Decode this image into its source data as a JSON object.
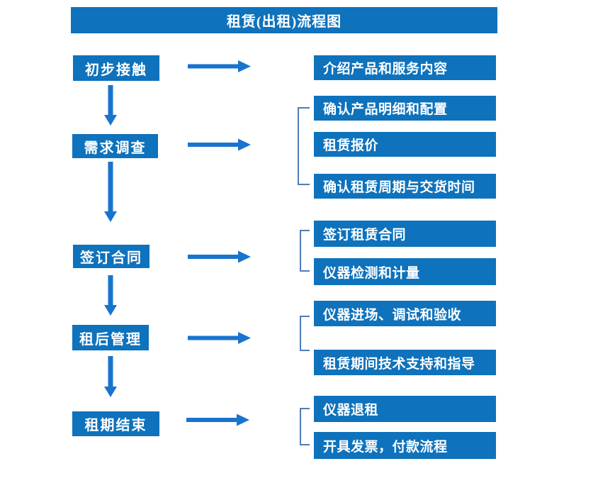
{
  "flow": {
    "title": "租赁(出租)流程图",
    "stages": [
      {
        "label": "初步接触",
        "details": [
          "介绍产品和服务内容"
        ]
      },
      {
        "label": "需求调查",
        "details": [
          "确认产品明细和配置",
          "租赁报价",
          "确认租赁周期与交货时间"
        ]
      },
      {
        "label": "签订合同",
        "details": [
          "签订租赁合同",
          "仪器检测和计量"
        ]
      },
      {
        "label": "租后管理",
        "details": [
          "仪器进场、调试和验收",
          "租赁期间技术支持和指导"
        ]
      },
      {
        "label": "租期结束",
        "details": [
          "仪器退租",
          "开具发票，付款流程"
        ]
      }
    ]
  },
  "colors": {
    "box_blue": "#0e72bc",
    "arrow_blue": "#1874cd",
    "bracket_blue": "#4f7cba",
    "text": "#ffffff",
    "background": "#ffffff"
  }
}
